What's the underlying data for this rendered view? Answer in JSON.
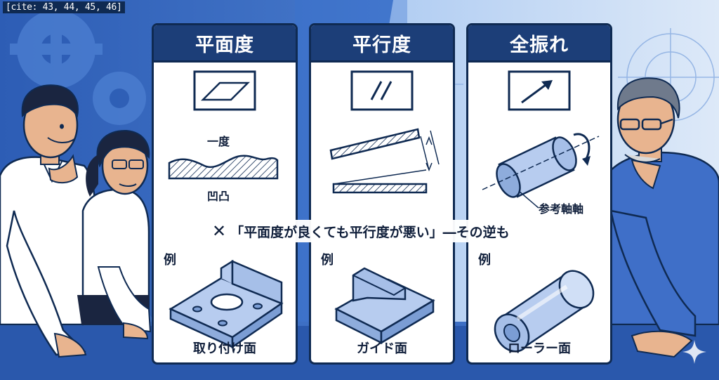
{
  "cite": "[cite: 43, 44, 45, 46]",
  "panels": [
    {
      "title": "平面度",
      "labels": {
        "top": "一度",
        "bottom": "凹凸"
      },
      "example_prefix": "例",
      "example_name": "取り付け面",
      "symbol_icon": "flatness-symbol-icon"
    },
    {
      "title": "平行度",
      "example_prefix": "例",
      "example_name": "ガイド面",
      "symbol_icon": "parallelism-symbol-icon"
    },
    {
      "title": "全振れ",
      "labels": {
        "axis": "参考軸軸"
      },
      "example_prefix": "例",
      "example_name": "ローラー面",
      "symbol_icon": "total-runout-symbol-icon"
    }
  ],
  "banner": {
    "text": "「平面度が良くても平行度が悪い」―その逆も",
    "icon": "cross-mark-icon"
  },
  "colors": {
    "navy": "#1c3e78",
    "outline": "#0f2a52",
    "part_fill": "#b7ccef",
    "background_blue": "#3f74c9"
  }
}
